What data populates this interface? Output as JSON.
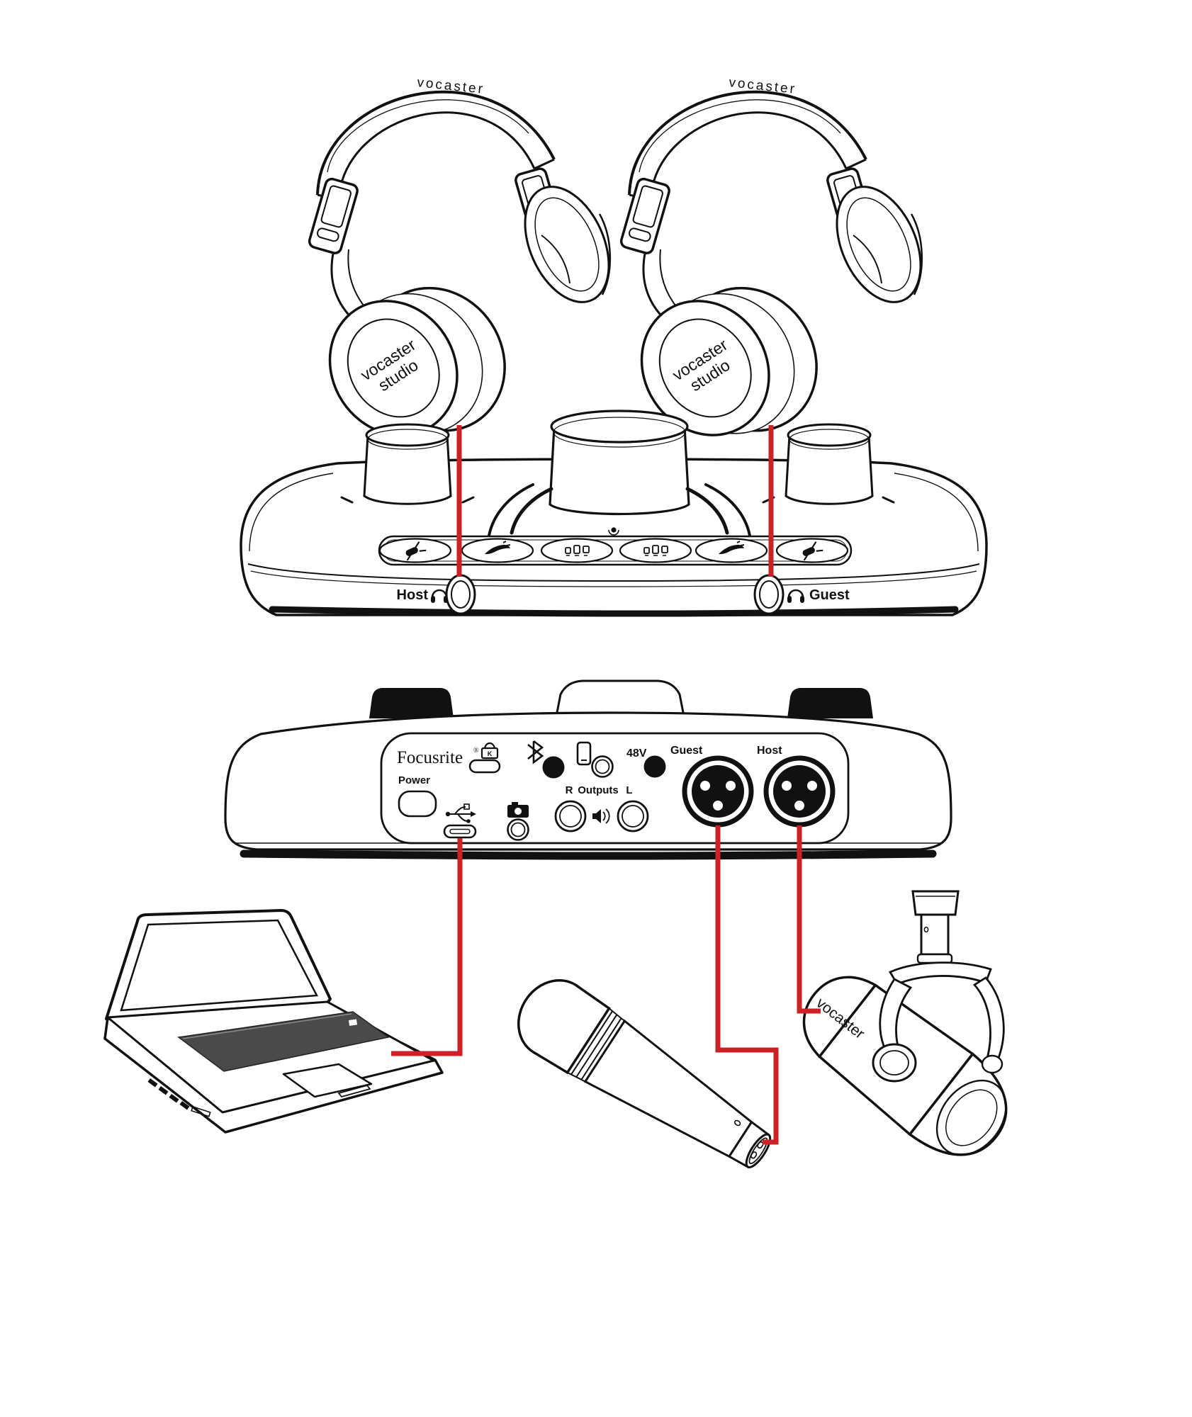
{
  "colors": {
    "ink": "#111111",
    "cable_red": "#cc2127",
    "keyboard_gray": "#4a4a4a",
    "background": "#ffffff"
  },
  "headphones": {
    "earcup_brand_line1": "vocaster",
    "earcup_brand_line2": "studio",
    "headband_brand": "vocaster",
    "instances": [
      "host-headphones",
      "guest-headphones"
    ]
  },
  "front_panel": {
    "host_jack_label": "Host",
    "guest_jack_label": "Guest",
    "buttons": [
      {
        "name": "host-mute-button",
        "icon": "mic-mute-icon"
      },
      {
        "name": "host-enhance-button",
        "icon": "enhance-icon"
      },
      {
        "name": "host-auto-gain-button",
        "icon": "auto-gain-icon"
      },
      {
        "name": "guest-auto-gain-button",
        "icon": "auto-gain-icon"
      },
      {
        "name": "guest-enhance-button",
        "icon": "enhance-icon"
      },
      {
        "name": "guest-mute-button",
        "icon": "mic-mute-icon"
      }
    ],
    "knobs": [
      "host-gain-knob",
      "monitor-volume-knob",
      "guest-gain-knob"
    ]
  },
  "rear_panel": {
    "brand": "Focusrite",
    "brand_mark": "®",
    "power_label": "Power",
    "phantom_power_label": "48V",
    "outputs_right_label": "R",
    "outputs_label": "Outputs",
    "outputs_left_label": "L",
    "guest_input_label": "Guest",
    "host_input_label": "Host",
    "ports": [
      "kensington-lock-slot",
      "bluetooth-pair-button",
      "phone-input-jack",
      "power-button",
      "usb-c-port",
      "camera-output-jack",
      "output-jack-right",
      "output-jack-left",
      "phantom-power-button",
      "guest-xlr-input",
      "host-xlr-input"
    ]
  },
  "dynamic_mic": {
    "brand": "vocaster"
  },
  "connections": [
    {
      "from": "host-headphones",
      "to": "front-host-headphone-jack"
    },
    {
      "from": "guest-headphones",
      "to": "front-guest-headphone-jack"
    },
    {
      "from": "usb-c-port",
      "to": "laptop"
    },
    {
      "from": "guest-xlr-input",
      "to": "handheld-microphone"
    },
    {
      "from": "host-xlr-input",
      "to": "dynamic-microphone"
    }
  ]
}
